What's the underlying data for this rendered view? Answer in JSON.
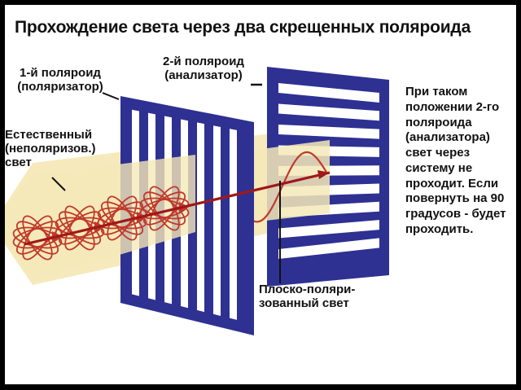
{
  "title": "Прохождение света через два скрещенных поляроида",
  "labels": {
    "polaroid1": [
      "1-й поляроид",
      "(поляризатор)"
    ],
    "polaroid2": [
      "2-й поляроид",
      "(анализатор)"
    ],
    "natural_light": [
      "Естественный",
      "(неполяризов.)",
      "свет"
    ],
    "plane_light": [
      "Плоско-поляри-",
      "зованный свет"
    ],
    "note": [
      "При таком",
      "положении 2-го",
      "поляроида",
      "(анализатора)",
      "свет через",
      "систему не",
      "проходит. Если",
      "повернуть на 90",
      "градусов - будет",
      "проходить."
    ]
  },
  "colors": {
    "page": "#ffffff",
    "frame": "#000000",
    "polaroid": "#2e3192",
    "beam": "#f5e9b8",
    "wave": "#c0392b",
    "ray": "#a01818",
    "text": "#111111"
  }
}
